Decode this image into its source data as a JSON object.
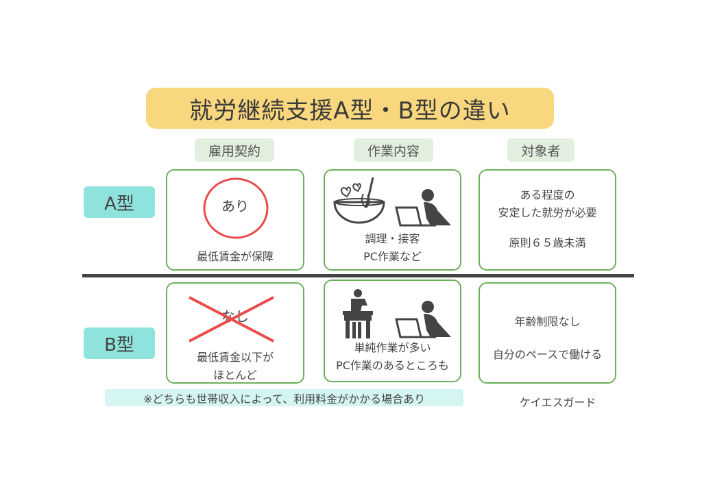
{
  "title": "就労継続支援A型・B型の違い",
  "columns": [
    "雇用契約",
    "作業内容",
    "対象者"
  ],
  "rows": [
    {
      "label": "A型",
      "contract": {
        "mark": "あり",
        "text": "最低賃金が保障"
      },
      "work": {
        "line1": "調理・接客",
        "line2": "PC作業など"
      },
      "target": {
        "line1": "ある程度の",
        "line2": "安定した就労が必要",
        "line3": "原則６５歳未満"
      }
    },
    {
      "label": "B型",
      "contract": {
        "mark": "なし",
        "line1": "最低賃金以下が",
        "line2": "ほとんど"
      },
      "work": {
        "line1": "単純作業が多い",
        "line2": "PC作業のあるところも"
      },
      "target": {
        "line1": "年齢制限なし",
        "line2": "自分のペースで働ける"
      }
    }
  ],
  "note": "※どちらも世帯収入によって、利用料金がかかる場合あり",
  "credit": "ケイエスガード",
  "colors": {
    "title_bg": "#f9d77e",
    "header_bg": "#e2efdf",
    "row_label_bg": "#8fe3dd",
    "card_border": "#6cb05a",
    "mark_red": "#ec4b4b",
    "note_bg": "#d5f5f3"
  }
}
